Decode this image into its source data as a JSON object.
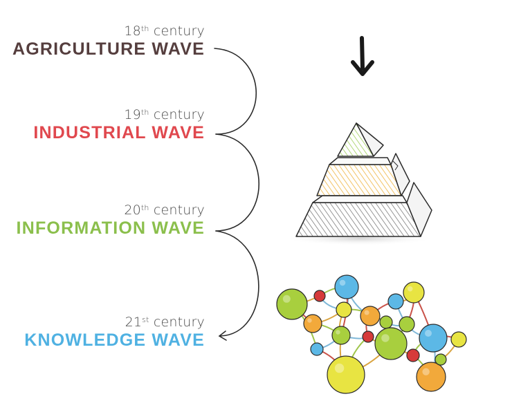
{
  "colors": {
    "agriculture": "#553e3e",
    "industrial": "#e0484e",
    "information": "#8bbf4c",
    "knowledge": "#4fb1e2",
    "ink": "#2a2a2a",
    "node_blue": "#5cb8e6",
    "node_yellow": "#e8e442",
    "node_green": "#a8cf3e",
    "node_orange": "#f2a93b",
    "node_red": "#d63a3a"
  },
  "eras": [
    {
      "number": "18",
      "suffix": "th",
      "century_word": "century",
      "first_word": "Agriculture",
      "second_word": "Wave",
      "color_key": "agriculture"
    },
    {
      "number": "19",
      "suffix": "th",
      "century_word": "century",
      "first_word": "Industrial",
      "second_word": "Wave",
      "color_key": "industrial"
    },
    {
      "number": "20",
      "suffix": "th",
      "century_word": "century",
      "first_word": "Information",
      "second_word": "Wave",
      "color_key": "information"
    },
    {
      "number": "21",
      "suffix": "st",
      "century_word": "century",
      "first_word": "Knowledge",
      "second_word": "Wave",
      "color_key": "knowledge"
    }
  ],
  "icons": {
    "arrow": "down-arrow-icon",
    "hierarchy": "pyramid-icon",
    "network": "network-icon"
  }
}
